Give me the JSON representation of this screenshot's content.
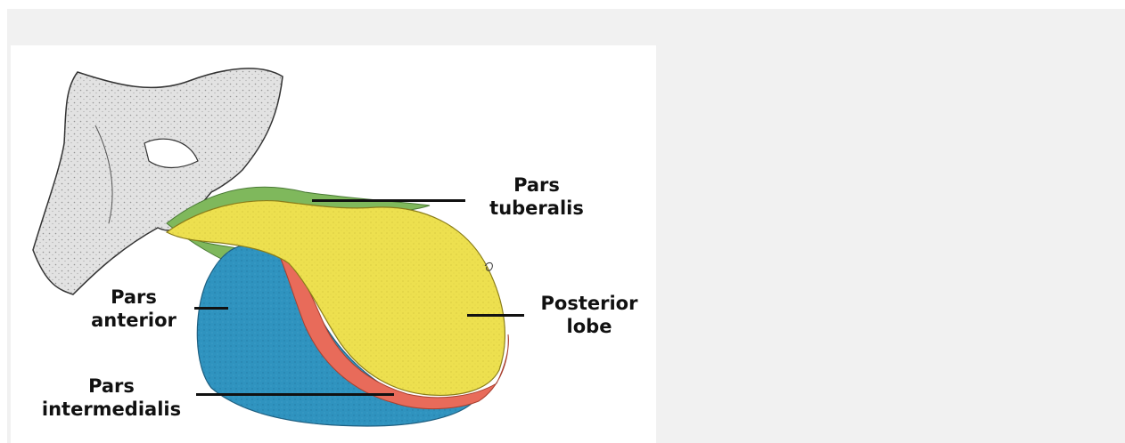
{
  "labels": {
    "pars_tuberalis": {
      "line1": "Pars",
      "line2": "tuberalis"
    },
    "posterior_lobe": {
      "line1": "Posterior",
      "line2": "lobe"
    },
    "pars_anterior": {
      "line1": "Pars",
      "line2": "anterior"
    },
    "pars_intermedialis": {
      "line1": "Pars",
      "line2": "intermedialis"
    }
  },
  "colors": {
    "page_background": "#f1f1f1",
    "figure_background": "#ffffff",
    "brain_tissue": "#e2e2e2",
    "pars_tuberalis": "#7fb85c",
    "posterior_lobe": "#ede04f",
    "pars_anterior": "#2f93bf",
    "pars_intermedialis": "#e86b5a",
    "leader_line": "#111111",
    "label_text": "#111111"
  }
}
